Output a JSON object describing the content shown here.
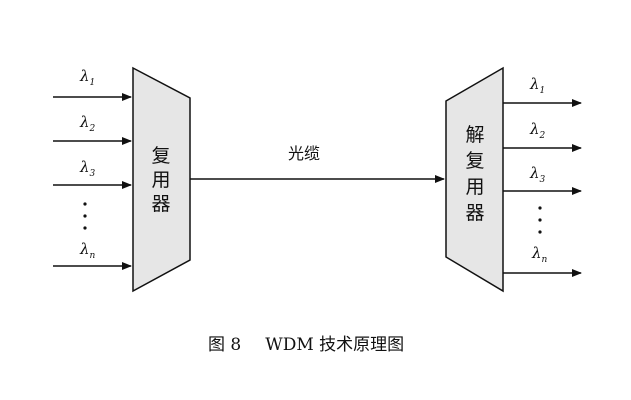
{
  "mux": {
    "chars": [
      "复",
      "用",
      "器"
    ]
  },
  "demux": {
    "chars": [
      "解",
      "复",
      "用",
      "器"
    ]
  },
  "fiber": {
    "label": "光缆"
  },
  "inputs": [
    {
      "symbol": "λ",
      "sub": "1"
    },
    {
      "symbol": "λ",
      "sub": "2"
    },
    {
      "symbol": "λ",
      "sub": "3"
    },
    {
      "symbol": "λ",
      "sub": "n"
    }
  ],
  "outputs": [
    {
      "symbol": "λ",
      "sub": "1"
    },
    {
      "symbol": "λ",
      "sub": "2"
    },
    {
      "symbol": "λ",
      "sub": "3"
    },
    {
      "symbol": "λ",
      "sub": "n"
    }
  ],
  "caption": {
    "figure": "图 8",
    "title": "WDM 技术原理图"
  },
  "colors": {
    "box_fill": "#e6e6e6",
    "line": "#111111"
  }
}
